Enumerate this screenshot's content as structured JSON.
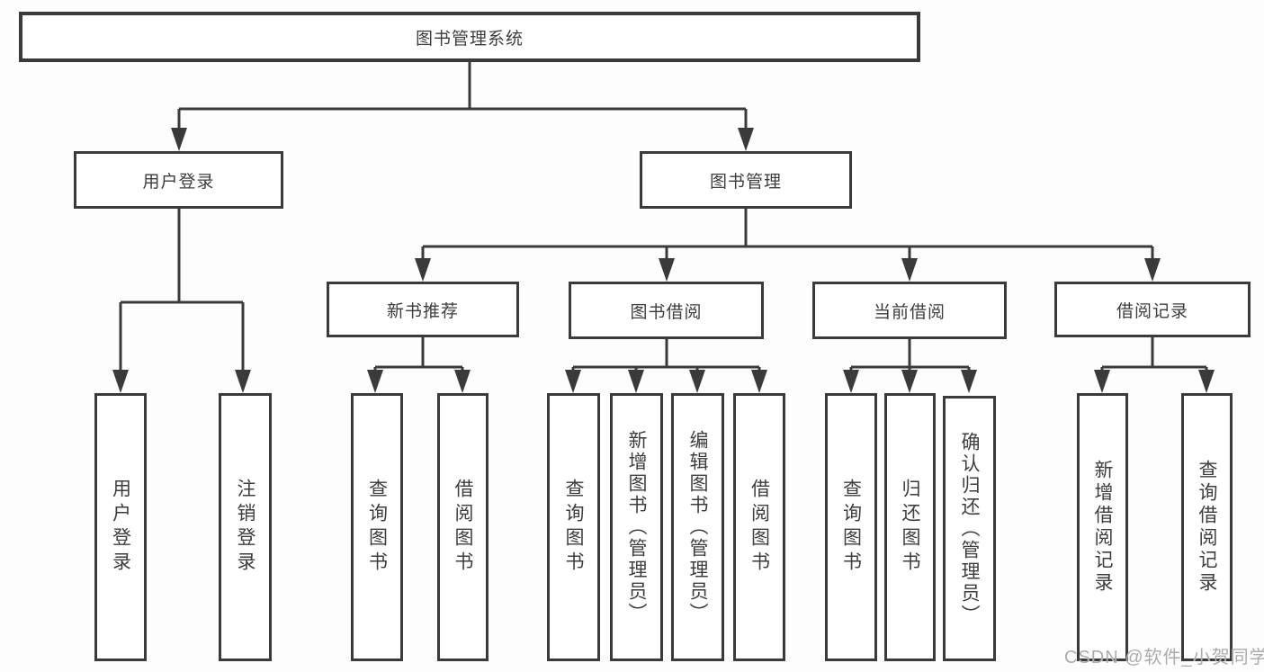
{
  "root": {
    "label": "图书管理系统"
  },
  "level2": {
    "user_login": {
      "label": "用户登录"
    },
    "book_mgmt": {
      "label": "图书管理"
    }
  },
  "level3": {
    "new_books": {
      "label": "新书推荐"
    },
    "borrowing": {
      "label": "图书借阅"
    },
    "current": {
      "label": "当前借阅"
    },
    "records": {
      "label": "借阅记录"
    }
  },
  "leaves": {
    "user_login_1": {
      "label": "用户登录"
    },
    "user_login_2": {
      "label": "注销登录"
    },
    "new_books_1": {
      "label": "查询图书"
    },
    "new_books_2": {
      "label": "借阅图书"
    },
    "borrowing_1": {
      "label": "查询图书"
    },
    "borrowing_2": {
      "label": "新增图书（管理员）"
    },
    "borrowing_3": {
      "label": "编辑图书（管理员）"
    },
    "borrowing_4": {
      "label": "借阅图书"
    },
    "current_1": {
      "label": "查询图书"
    },
    "current_2": {
      "label": "归还图书"
    },
    "current_3": {
      "label": "确认归还（管理员）"
    },
    "records_1": {
      "label": "新增借阅记录"
    },
    "records_2": {
      "label": "查询借阅记录"
    }
  },
  "watermark": {
    "text": "CSDN @软件_小贺同学"
  },
  "colors": {
    "line": "#3a3a3a",
    "text": "#3d3d3d",
    "background": "#fdfdfd",
    "watermark": "#ababab"
  }
}
